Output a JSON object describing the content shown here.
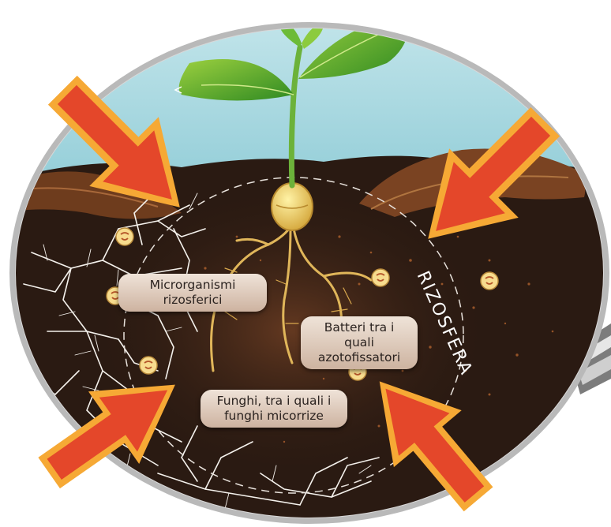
{
  "labels": {
    "microorganisms": [
      "Microrganismi",
      "rizosferici"
    ],
    "bacteria": [
      "Batteri tra i quali",
      "azotofissatori"
    ],
    "fungi": [
      "Funghi, tra i quali i",
      "funghi micorrize"
    ]
  },
  "rhizosphere_label": "RIZOSFERA",
  "icons": [
    "magnifier-lens",
    "plant-seedling",
    "seed-tuber",
    "leaf-litter",
    "fungal-hyphae",
    "bacteria-cell",
    "inward-arrow"
  ],
  "colors": {
    "sky": "#9fd3dc",
    "soil": "#2a1a12",
    "arrow_fill": "#e4472a",
    "arrow_outline": "#f6a935",
    "label_bg": "#d8c4b4",
    "lens_frame": "#a7a7a7"
  }
}
